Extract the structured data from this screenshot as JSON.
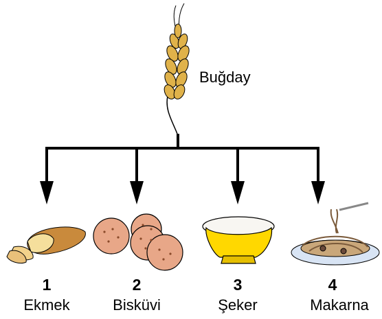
{
  "source": {
    "label": "Buğday",
    "icon": "wheat-icon"
  },
  "products": [
    {
      "number": "1",
      "name": "Ekmek",
      "icon": "bread-icon"
    },
    {
      "number": "2",
      "name": "Bisküvi",
      "icon": "biscuit-icon"
    },
    {
      "number": "3",
      "name": "Şeker",
      "icon": "sugar-bowl-icon"
    },
    {
      "number": "4",
      "name": "Makarna",
      "icon": "pasta-plate-icon"
    }
  ],
  "colors": {
    "line": "#000000",
    "grain": "#e0b24a",
    "biscuit": "#e8a788",
    "bowl": "#ffd800"
  }
}
